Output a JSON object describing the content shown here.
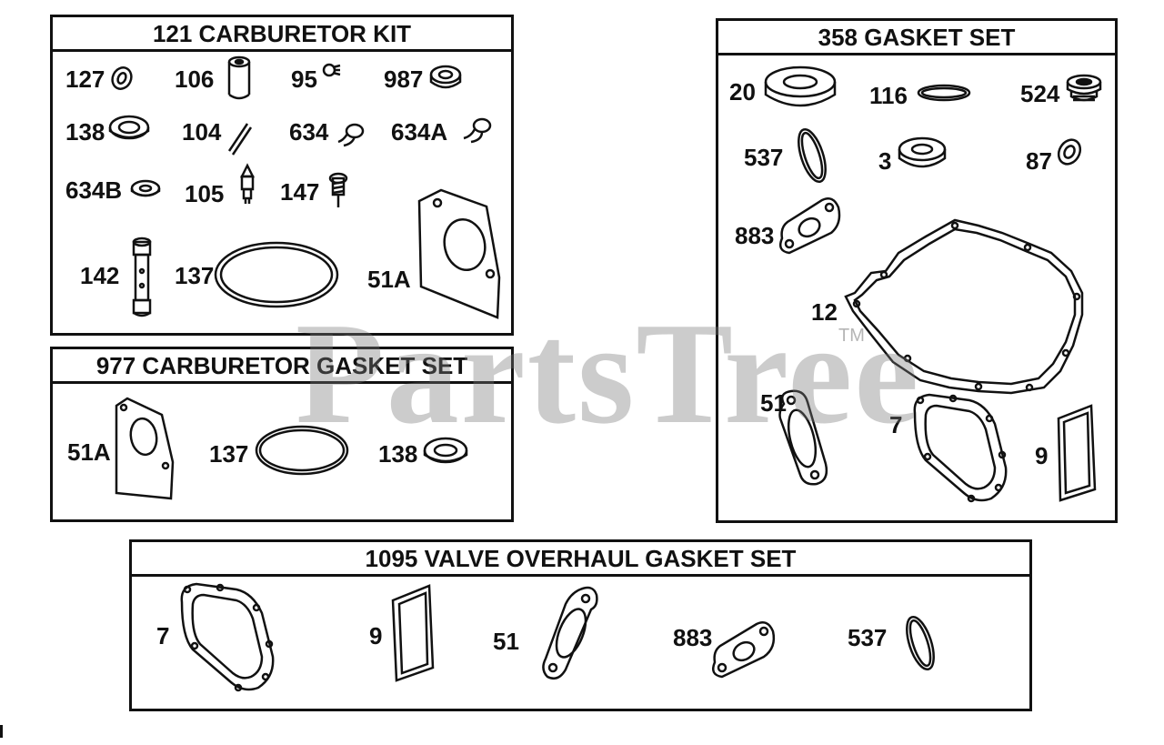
{
  "panels": {
    "carb_kit": {
      "title": "121 CARBURETOR KIT",
      "labels": {
        "p127": "127",
        "p106": "106",
        "p95": "95",
        "p987": "987",
        "p138": "138",
        "p104": "104",
        "p634": "634",
        "p634a": "634A",
        "p634b": "634B",
        "p105": "105",
        "p147": "147",
        "p142": "142",
        "p137": "137",
        "p51a": "51A"
      }
    },
    "carb_gasket": {
      "title": "977 CARBURETOR GASKET SET",
      "labels": {
        "p51a": "51A",
        "p137": "137",
        "p138": "138"
      }
    },
    "gasket_set": {
      "title": "358 GASKET SET",
      "labels": {
        "p20": "20",
        "p116": "116",
        "p524": "524",
        "p537": "537",
        "p3": "3",
        "p87": "87",
        "p883": "883",
        "p12": "12",
        "p51": "51",
        "p7": "7",
        "p9": "9"
      }
    },
    "valve_set": {
      "title": "1095 VALVE OVERHAUL GASKET SET",
      "labels": {
        "p7": "7",
        "p9": "9",
        "p51": "51",
        "p883": "883",
        "p537": "537"
      }
    }
  },
  "watermark": {
    "text": "PartsTree",
    "mark": "TM"
  }
}
